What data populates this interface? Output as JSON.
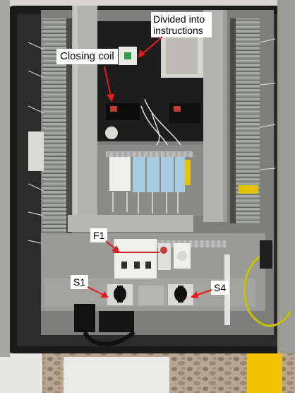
{
  "callouts": {
    "divided_line1": "Divided into",
    "divided_line2": "instructions",
    "closing_coil": "Closing coil",
    "f1": "F1",
    "s1": "S1",
    "s4": "S4"
  }
}
